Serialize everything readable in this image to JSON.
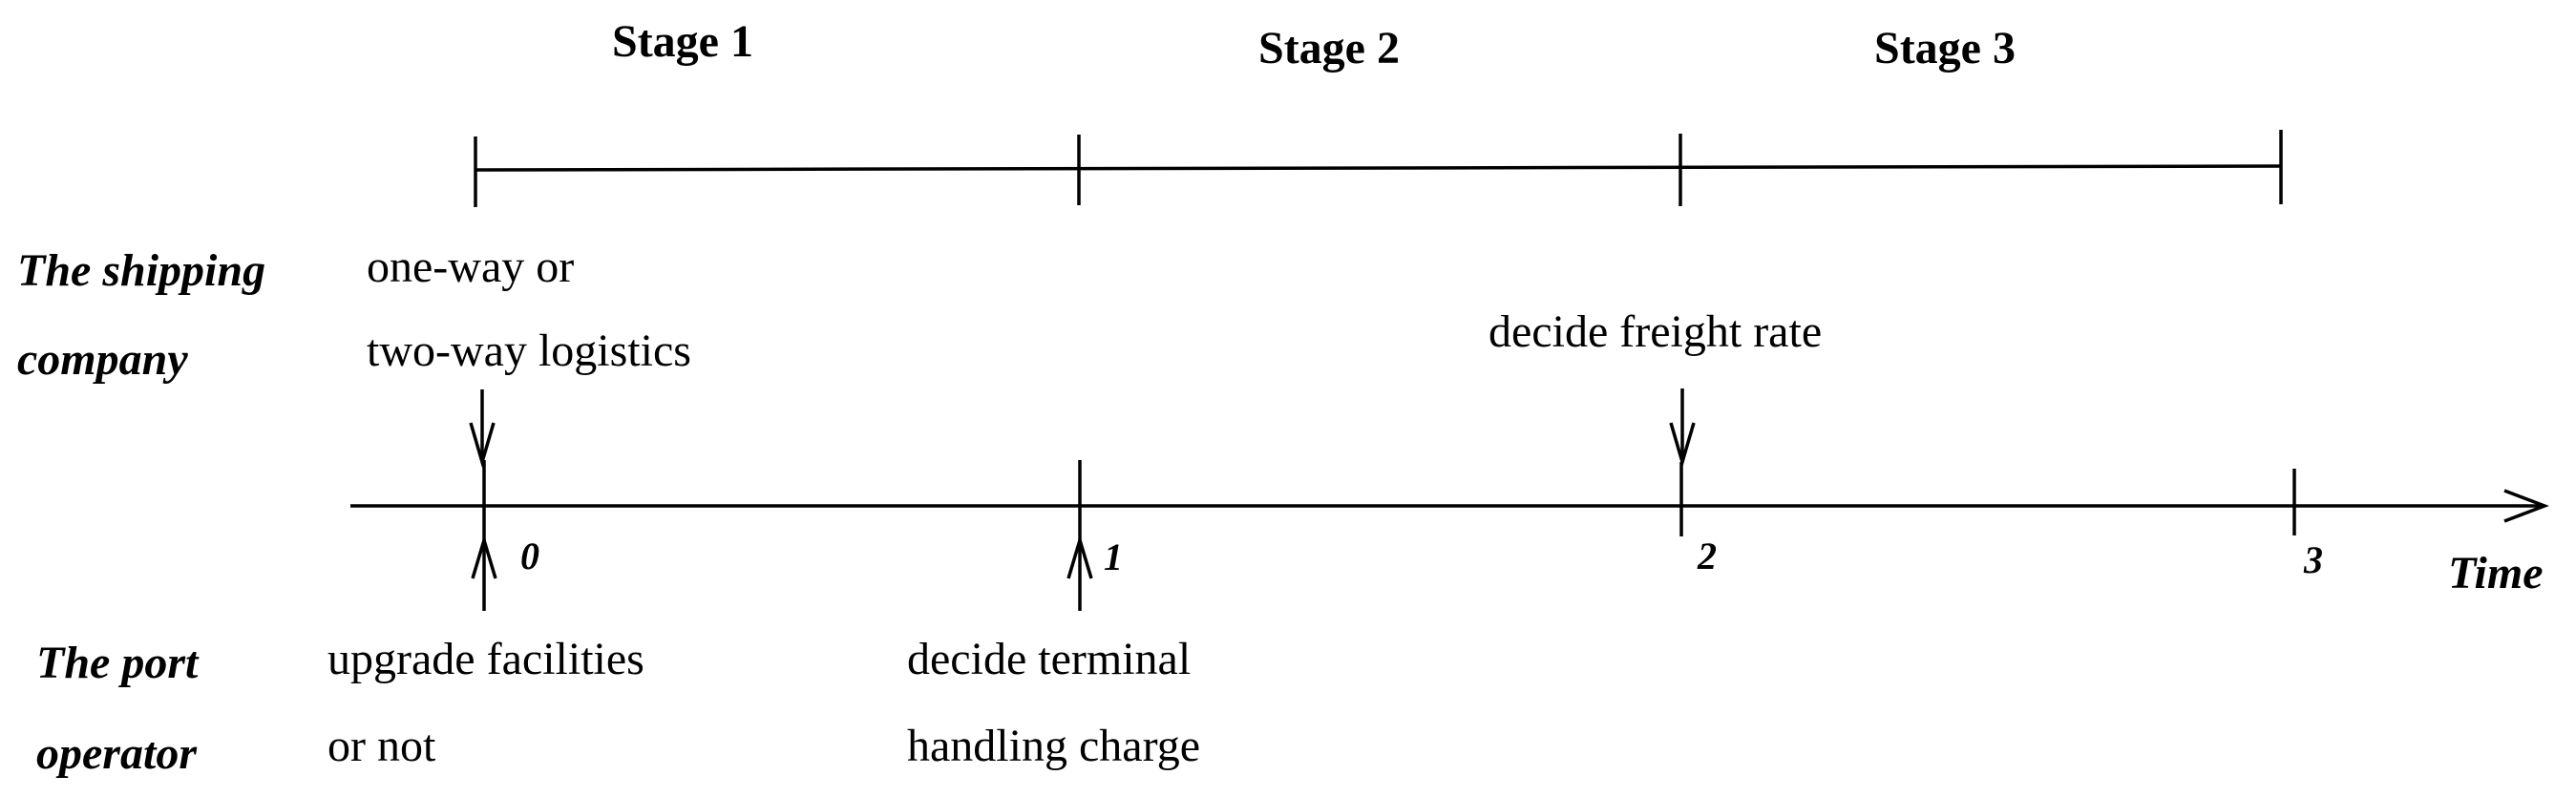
{
  "stages": [
    {
      "label": "Stage 1"
    },
    {
      "label": "Stage 2"
    },
    {
      "label": "Stage 3"
    }
  ],
  "actors": {
    "shipping_company": {
      "line1": "The shipping",
      "line2": "company"
    },
    "port_operator": {
      "line1": "The port",
      "line2": "operator"
    }
  },
  "decisions": {
    "shipping_logistics": {
      "line1": "one-way or",
      "line2": "two-way logistics"
    },
    "shipping_freight": {
      "line1": "decide freight rate"
    },
    "port_upgrade": {
      "line1": "upgrade facilities",
      "line2": "or not"
    },
    "port_thc": {
      "line1": "decide terminal",
      "line2": "handling charge"
    }
  },
  "timeline": {
    "ticks": [
      "0",
      "1",
      "2",
      "3"
    ],
    "axis_label": "Time"
  }
}
